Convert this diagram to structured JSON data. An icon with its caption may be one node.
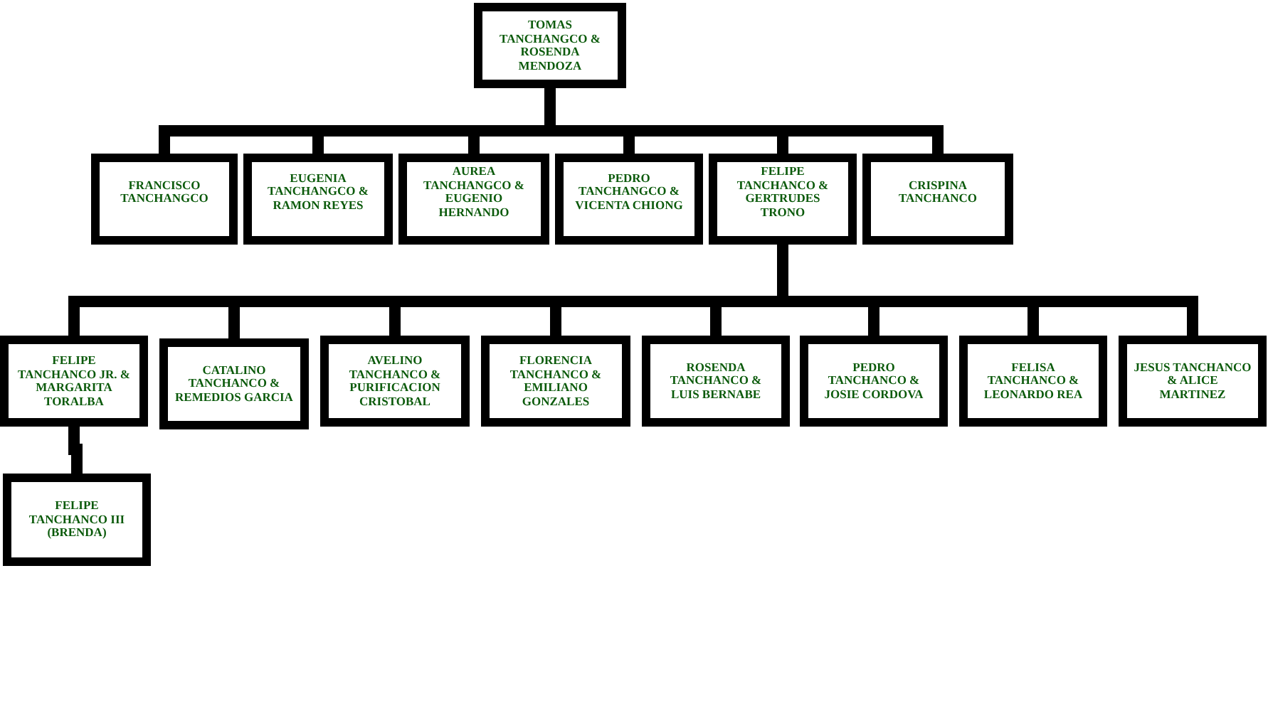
{
  "diagram": {
    "nodes": [
      {
        "text": [
          "TOMAS TANCHANGCO & ROSENDA MENDOZA"
        ]
      },
      {
        "text": [
          "FRANCISCO TANCHANGCO"
        ]
      },
      {
        "text": [
          "EUGENIA TANCHANGCO & RAMON REYES"
        ]
      },
      {
        "text": [
          "AUREA TANCHANGCO & EUGENIO HERNANDO"
        ]
      },
      {
        "text": [
          "PEDRO TANCHANGCO & VICENTA CHIONG"
        ]
      },
      {
        "text": [
          "FELIPE TANCHANCO & GERTRUDES TRONO"
        ]
      },
      {
        "text": [
          "CRISPINA TANCHANCO"
        ]
      },
      {
        "text": [
          "FELIPE TANCHANCO JR. & MARGARITA TORALBA"
        ]
      },
      {
        "text": [
          "CATALINO TANCHANCO & REMEDIOS GARCIA"
        ]
      },
      {
        "text": [
          "AVELINO TANCHANCO & PURIFICACION CRISTOBAL"
        ]
      },
      {
        "text": [
          "FLORENCIA TANCHANCO & EMILIANO GONZALES"
        ]
      },
      {
        "text": [
          "ROSENDA TANCHANCO & LUIS BERNABE"
        ]
      },
      {
        "text": [
          "PEDRO TANCHANCO & JOSIE CORDOVA"
        ]
      },
      {
        "text": [
          "FELISA TANCHANCO & LEONARDO REA"
        ]
      },
      {
        "text": [
          "JESUS TANCHANCO & ALICE MARTINEZ"
        ]
      },
      {
        "text": [
          "FELIPE TANCHANCO III (BRENDA)"
        ]
      }
    ],
    "edges": [
      {
        "from": 0,
        "to": 1,
        "arrow": "none"
      },
      {
        "from": 0,
        "to": 2,
        "arrow": "none"
      },
      {
        "from": 0,
        "to": 3,
        "arrow": "none"
      },
      {
        "from": 0,
        "to": 4,
        "arrow": "none"
      },
      {
        "from": 0,
        "to": 5,
        "arrow": "none"
      },
      {
        "from": 0,
        "to": 6,
        "arrow": "none"
      },
      {
        "from": 5,
        "to": 7,
        "arrow": "none"
      },
      {
        "from": 5,
        "to": 8,
        "arrow": "none"
      },
      {
        "from": 5,
        "to": 9,
        "arrow": "none"
      },
      {
        "from": 5,
        "to": 10,
        "arrow": "none"
      },
      {
        "from": 5,
        "to": 11,
        "arrow": "none"
      },
      {
        "from": 5,
        "to": 12,
        "arrow": "none"
      },
      {
        "from": 5,
        "to": 13,
        "arrow": "none"
      },
      {
        "from": 5,
        "to": 14,
        "arrow": "none"
      },
      {
        "from": 7,
        "to": 15,
        "arrow": "none"
      }
    ]
  }
}
